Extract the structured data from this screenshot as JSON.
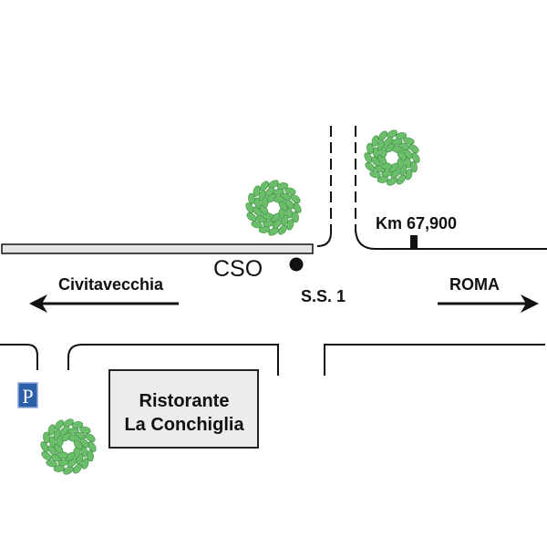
{
  "labels": {
    "cso": "CSO",
    "km": "Km 67,900",
    "left_direction": "Civitavecchia",
    "right_direction": "ROMA",
    "road": "S.S. 1",
    "restaurant_line1": "Ristorante",
    "restaurant_line2": "La Conchiglia",
    "parking": "P"
  },
  "colors": {
    "tree": "#6cbf6a",
    "tree_dark": "#3f8a45",
    "parking": "#2b5fa8",
    "restaurant_fill": "#ececec",
    "strip_fill": "#e4e4e4"
  },
  "icons": [
    "tree-icon",
    "parking-icon",
    "arrow-left-icon",
    "arrow-right-icon",
    "cso-marker-icon",
    "km-marker-icon"
  ]
}
